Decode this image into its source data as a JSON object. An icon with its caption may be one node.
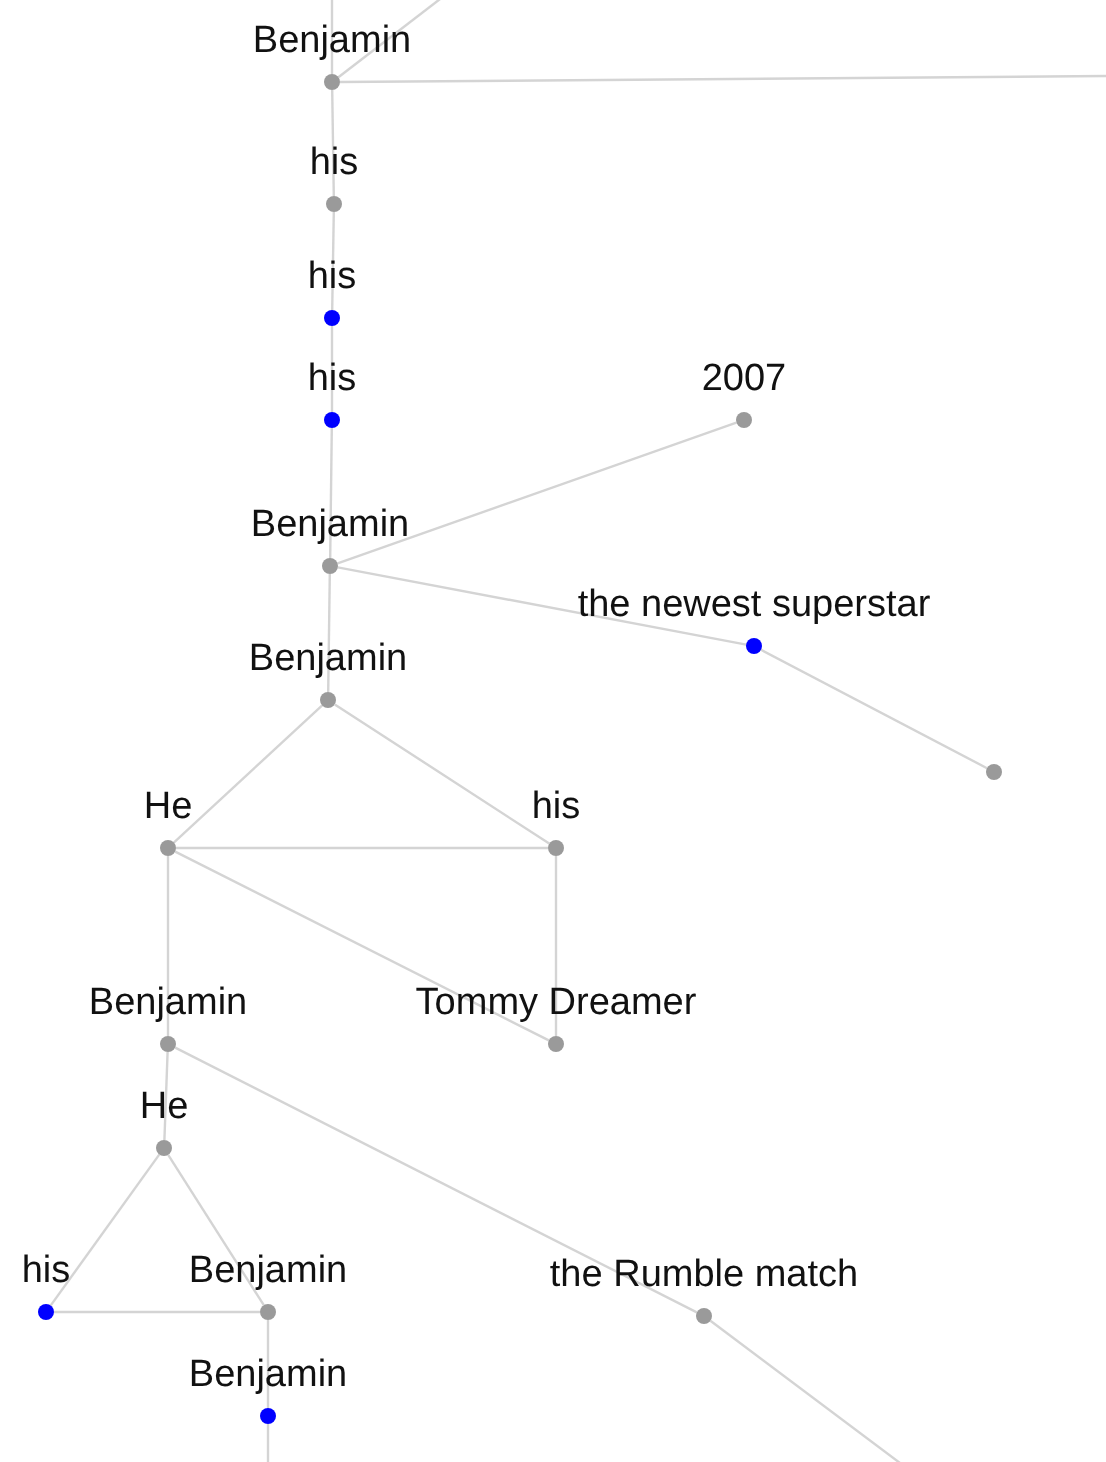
{
  "diagram": {
    "nodes": [
      {
        "text": [
          "Benjamin"
        ]
      },
      {
        "text": [
          "his"
        ]
      },
      {
        "text": [
          "his"
        ]
      },
      {
        "text": [
          "his"
        ]
      },
      {
        "text": [
          "2007"
        ]
      },
      {
        "text": [
          "Benjamin"
        ]
      },
      {
        "text": [
          "the newest superstar"
        ]
      },
      {
        "text": [],
        "shape": "circle"
      },
      {
        "text": [
          "Benjamin"
        ]
      },
      {
        "text": [
          "He"
        ]
      },
      {
        "text": [
          "his"
        ]
      },
      {
        "text": [
          "Benjamin"
        ]
      },
      {
        "text": [
          "Tommy Dreamer"
        ]
      },
      {
        "text": [
          "He"
        ]
      },
      {
        "text": [
          "his"
        ]
      },
      {
        "text": [
          "Benjamin"
        ]
      },
      {
        "text": [
          "the Rumble match"
        ]
      },
      {
        "text": [
          "Benjamin"
        ]
      }
    ],
    "edges": [
      {
        "from": null,
        "to": 0,
        "arrow": "none"
      },
      {
        "from": null,
        "to": 0,
        "arrow": "none"
      },
      {
        "from": 0,
        "to": null,
        "arrow": "none"
      },
      {
        "from": 0,
        "to": 1,
        "arrow": "none"
      },
      {
        "from": 1,
        "to": 2,
        "arrow": "none"
      },
      {
        "from": 2,
        "to": 3,
        "arrow": "none"
      },
      {
        "from": 3,
        "to": 5,
        "arrow": "none"
      },
      {
        "from": 5,
        "to": 4,
        "arrow": "none"
      },
      {
        "from": 5,
        "to": 6,
        "arrow": "none"
      },
      {
        "from": 6,
        "to": 7,
        "arrow": "none"
      },
      {
        "from": 5,
        "to": 8,
        "arrow": "none"
      },
      {
        "from": 8,
        "to": 9,
        "arrow": "none"
      },
      {
        "from": 8,
        "to": 10,
        "arrow": "none"
      },
      {
        "from": 9,
        "to": 10,
        "arrow": "none"
      },
      {
        "from": 9,
        "to": 11,
        "arrow": "none"
      },
      {
        "from": 9,
        "to": 12,
        "arrow": "none"
      },
      {
        "from": 10,
        "to": 12,
        "arrow": "none"
      },
      {
        "from": 11,
        "to": 13,
        "arrow": "none"
      },
      {
        "from": 11,
        "to": 16,
        "arrow": "none"
      },
      {
        "from": 13,
        "to": 14,
        "arrow": "none"
      },
      {
        "from": 13,
        "to": 15,
        "arrow": "none"
      },
      {
        "from": 14,
        "to": 15,
        "arrow": "none"
      },
      {
        "from": 15,
        "to": 17,
        "arrow": "none"
      },
      {
        "from": 17,
        "to": null,
        "arrow": "none"
      },
      {
        "from": 16,
        "to": null,
        "arrow": "none"
      }
    ]
  }
}
